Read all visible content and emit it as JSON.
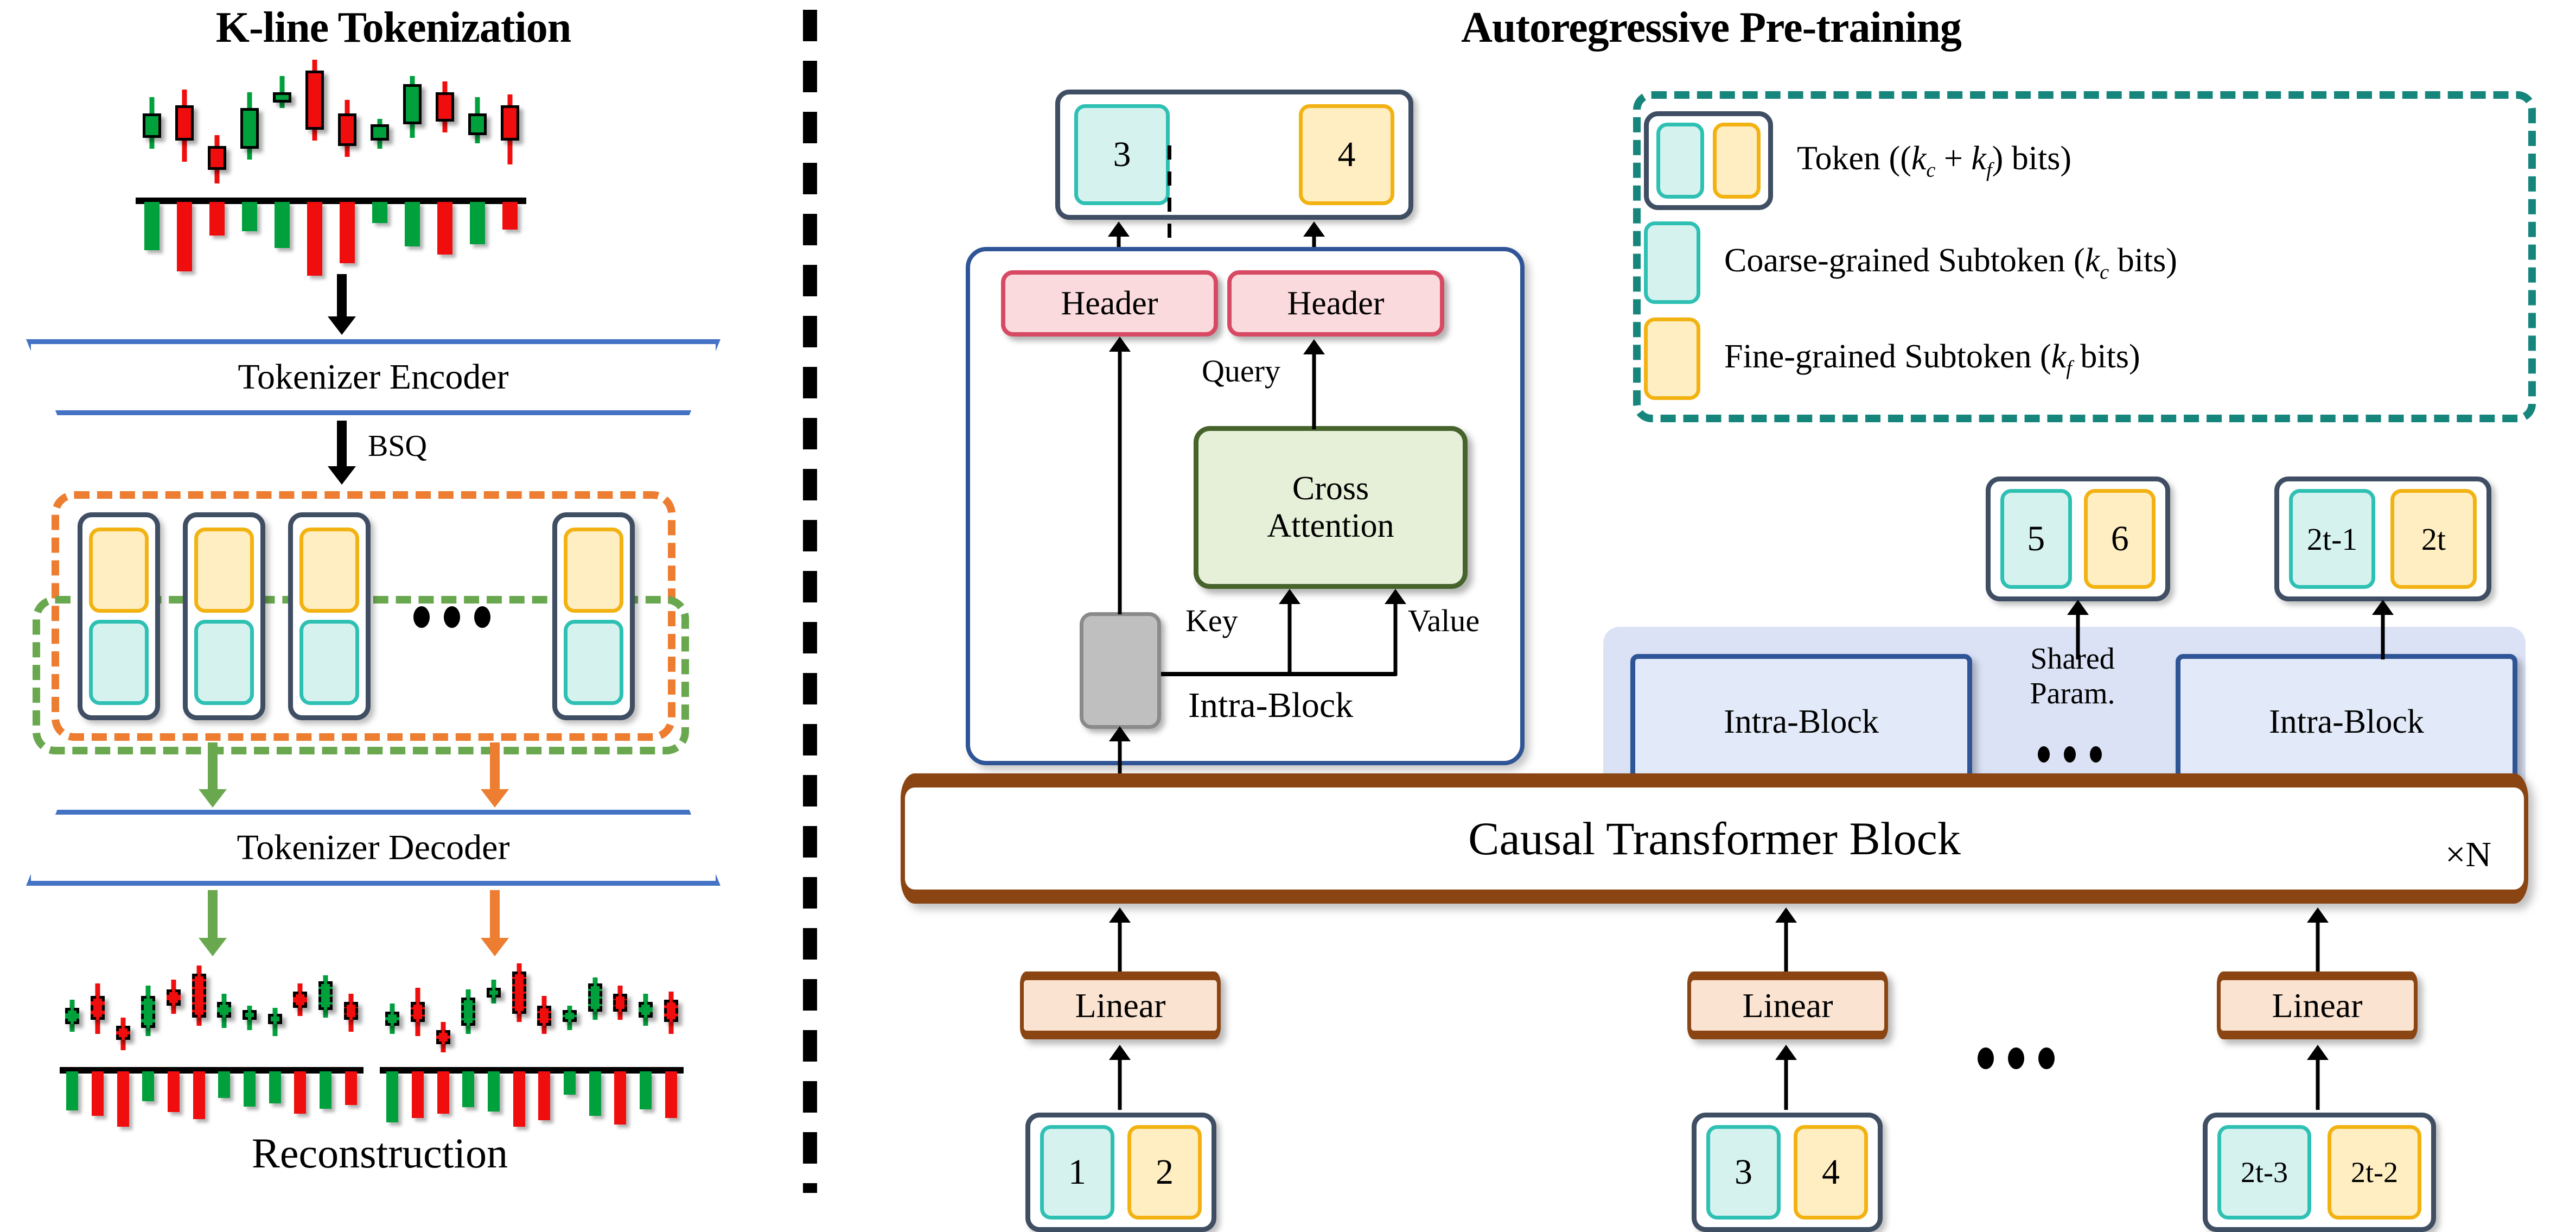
{
  "panels": {
    "left_title": "K-line Tokenization",
    "right_title": "Autoregressive Pre-training"
  },
  "left": {
    "encoder_label": "Tokenizer Encoder",
    "decoder_label": "Tokenizer Decoder",
    "bsq_label": "BSQ",
    "reconstruction_label": "Reconstruction"
  },
  "right": {
    "output_token": {
      "coarse": "3",
      "fine": "4"
    },
    "headers": [
      "Header",
      "Header"
    ],
    "cross_attention_label": "Cross\nAttention",
    "query_label": "Query",
    "key_label": "Key",
    "value_label": "Value",
    "intra_block_label": "Intra-Block",
    "shared_param_label": "Shared\nParam.",
    "intra_blocks_shared": [
      "Intra-Block",
      "Intra-Block"
    ],
    "output_tokens_shared": [
      {
        "coarse": "5",
        "fine": "6"
      },
      {
        "coarse": "2t-1",
        "fine": "2t"
      }
    ],
    "causal_block_label": "Causal Transformer Block",
    "repeat_label": "×N",
    "linear_labels": [
      "Linear",
      "Linear",
      "Linear"
    ],
    "input_tokens": [
      {
        "coarse": "1",
        "fine": "2"
      },
      {
        "coarse": "3",
        "fine": "4"
      },
      {
        "coarse": "2t-3",
        "fine": "2t-2"
      }
    ]
  },
  "legend": {
    "items": [
      {
        "icon": "token-pair",
        "text_pre": "Token ((",
        "sym1": "k",
        "sub1": "c",
        "mid": " + ",
        "sym2": "k",
        "sub2": "f",
        "text_post": ") bits)"
      },
      {
        "icon": "coarse-subtoken",
        "text_pre": "Coarse-grained Subtoken (",
        "sym1": "k",
        "sub1": "c",
        "text_post": " bits)"
      },
      {
        "icon": "fine-subtoken",
        "text_pre": "Fine-grained Subtoken (",
        "sym1": "k",
        "sub1": "f",
        "text_post": " bits)"
      }
    ]
  },
  "colors": {
    "coarse_fill": "#d5f2ef",
    "coarse_border": "#2fc0b4",
    "fine_fill": "#ffeec2",
    "fine_border": "#f2b211",
    "token_border": "#3f4e63",
    "orange_group": "#ed7d31",
    "green_group": "#6aa84f",
    "legend_border": "#16867c",
    "trapezoid_border": "#4472c4",
    "intra_border": "#2f5597",
    "header_fill": "#fadadd",
    "header_border": "#d84a63",
    "cross_attn_fill": "#e6f0d8",
    "cross_attn_border": "#46632b",
    "causal_border": "#8b4513",
    "linear_fill": "#fae3d1",
    "shared_fill": "#dbe2f5",
    "candle_up": "#00a03c",
    "candle_down": "#f00d0d"
  },
  "chart_data": {
    "type": "candlestick",
    "title": "K-line Tokenization",
    "input_series": {
      "name": "input-kline",
      "candles": [
        {
          "dir": "up",
          "open": 42,
          "close": 60,
          "high": 72,
          "low": 34
        },
        {
          "dir": "down",
          "open": 66,
          "close": 40,
          "high": 78,
          "low": 24
        },
        {
          "dir": "down",
          "open": 36,
          "close": 18,
          "high": 44,
          "low": 8
        },
        {
          "dir": "up",
          "open": 34,
          "close": 64,
          "high": 76,
          "low": 26
        },
        {
          "dir": "up",
          "open": 68,
          "close": 76,
          "high": 88,
          "low": 64
        },
        {
          "dir": "down",
          "open": 92,
          "close": 48,
          "high": 100,
          "low": 40
        },
        {
          "dir": "down",
          "open": 60,
          "close": 36,
          "high": 70,
          "low": 28
        },
        {
          "dir": "up",
          "open": 40,
          "close": 52,
          "high": 56,
          "low": 34
        },
        {
          "dir": "up",
          "open": 52,
          "close": 82,
          "high": 88,
          "low": 42
        },
        {
          "dir": "down",
          "open": 76,
          "close": 54,
          "high": 84,
          "low": 46
        },
        {
          "dir": "up",
          "open": 44,
          "close": 60,
          "high": 72,
          "low": 38
        },
        {
          "dir": "down",
          "open": 66,
          "close": 40,
          "high": 74,
          "low": 22
        }
      ],
      "volumes": [
        {
          "dir": "up",
          "v": 46
        },
        {
          "dir": "down",
          "v": 66
        },
        {
          "dir": "down",
          "v": 32
        },
        {
          "dir": "up",
          "v": 28
        },
        {
          "dir": "up",
          "v": 44
        },
        {
          "dir": "down",
          "v": 70
        },
        {
          "dir": "down",
          "v": 58
        },
        {
          "dir": "up",
          "v": 20
        },
        {
          "dir": "up",
          "v": 42
        },
        {
          "dir": "down",
          "v": 50
        },
        {
          "dir": "up",
          "v": 40
        },
        {
          "dir": "down",
          "v": 26
        }
      ]
    },
    "reconstruction_series": [
      {
        "name": "reconstruction-a",
        "candles": [
          {
            "dir": "up",
            "open": 40,
            "close": 56,
            "high": 64,
            "low": 32
          },
          {
            "dir": "down",
            "open": 68,
            "close": 44,
            "high": 80,
            "low": 30
          },
          {
            "dir": "down",
            "open": 38,
            "close": 24,
            "high": 46,
            "low": 14
          },
          {
            "dir": "up",
            "open": 36,
            "close": 68,
            "high": 78,
            "low": 28
          },
          {
            "dir": "down",
            "open": 74,
            "close": 58,
            "high": 84,
            "low": 50
          },
          {
            "dir": "down",
            "open": 90,
            "close": 46,
            "high": 98,
            "low": 38
          },
          {
            "dir": "up",
            "open": 46,
            "close": 62,
            "high": 70,
            "low": 36
          },
          {
            "dir": "up",
            "open": 44,
            "close": 54,
            "high": 58,
            "low": 34
          },
          {
            "dir": "up",
            "open": 40,
            "close": 50,
            "high": 56,
            "low": 28
          },
          {
            "dir": "down",
            "open": 72,
            "close": 56,
            "high": 80,
            "low": 48
          },
          {
            "dir": "up",
            "open": 54,
            "close": 82,
            "high": 88,
            "low": 46
          },
          {
            "dir": "down",
            "open": 62,
            "close": 44,
            "high": 70,
            "low": 32
          }
        ],
        "volumes": [
          {
            "dir": "up",
            "v": 44
          },
          {
            "dir": "down",
            "v": 50
          },
          {
            "dir": "down",
            "v": 62
          },
          {
            "dir": "up",
            "v": 34
          },
          {
            "dir": "down",
            "v": 46
          },
          {
            "dir": "down",
            "v": 54
          },
          {
            "dir": "up",
            "v": 30
          },
          {
            "dir": "up",
            "v": 40
          },
          {
            "dir": "up",
            "v": 36
          },
          {
            "dir": "down",
            "v": 48
          },
          {
            "dir": "up",
            "v": 42
          },
          {
            "dir": "down",
            "v": 38
          }
        ]
      },
      {
        "name": "reconstruction-b",
        "candles": [
          {
            "dir": "up",
            "open": 38,
            "close": 52,
            "high": 60,
            "low": 30
          },
          {
            "dir": "down",
            "open": 62,
            "close": 42,
            "high": 76,
            "low": 28
          },
          {
            "dir": "down",
            "open": 34,
            "close": 20,
            "high": 42,
            "low": 12
          },
          {
            "dir": "up",
            "open": 38,
            "close": 66,
            "high": 74,
            "low": 30
          },
          {
            "dir": "up",
            "open": 66,
            "close": 76,
            "high": 84,
            "low": 60
          },
          {
            "dir": "down",
            "open": 92,
            "close": 50,
            "high": 100,
            "low": 42
          },
          {
            "dir": "down",
            "open": 58,
            "close": 38,
            "high": 68,
            "low": 30
          },
          {
            "dir": "up",
            "open": 42,
            "close": 54,
            "high": 58,
            "low": 34
          },
          {
            "dir": "up",
            "open": 52,
            "close": 80,
            "high": 86,
            "low": 44
          },
          {
            "dir": "down",
            "open": 70,
            "close": 52,
            "high": 78,
            "low": 44
          },
          {
            "dir": "up",
            "open": 46,
            "close": 62,
            "high": 70,
            "low": 38
          },
          {
            "dir": "down",
            "open": 64,
            "close": 42,
            "high": 72,
            "low": 30
          }
        ],
        "volumes": [
          {
            "dir": "up",
            "v": 48
          },
          {
            "dir": "down",
            "v": 44
          },
          {
            "dir": "down",
            "v": 40
          },
          {
            "dir": "up",
            "v": 34
          },
          {
            "dir": "up",
            "v": 38
          },
          {
            "dir": "down",
            "v": 52
          },
          {
            "dir": "down",
            "v": 46
          },
          {
            "dir": "up",
            "v": 22
          },
          {
            "dir": "up",
            "v": 42
          },
          {
            "dir": "down",
            "v": 50
          },
          {
            "dir": "up",
            "v": 36
          },
          {
            "dir": "down",
            "v": 44
          }
        ]
      }
    ]
  }
}
